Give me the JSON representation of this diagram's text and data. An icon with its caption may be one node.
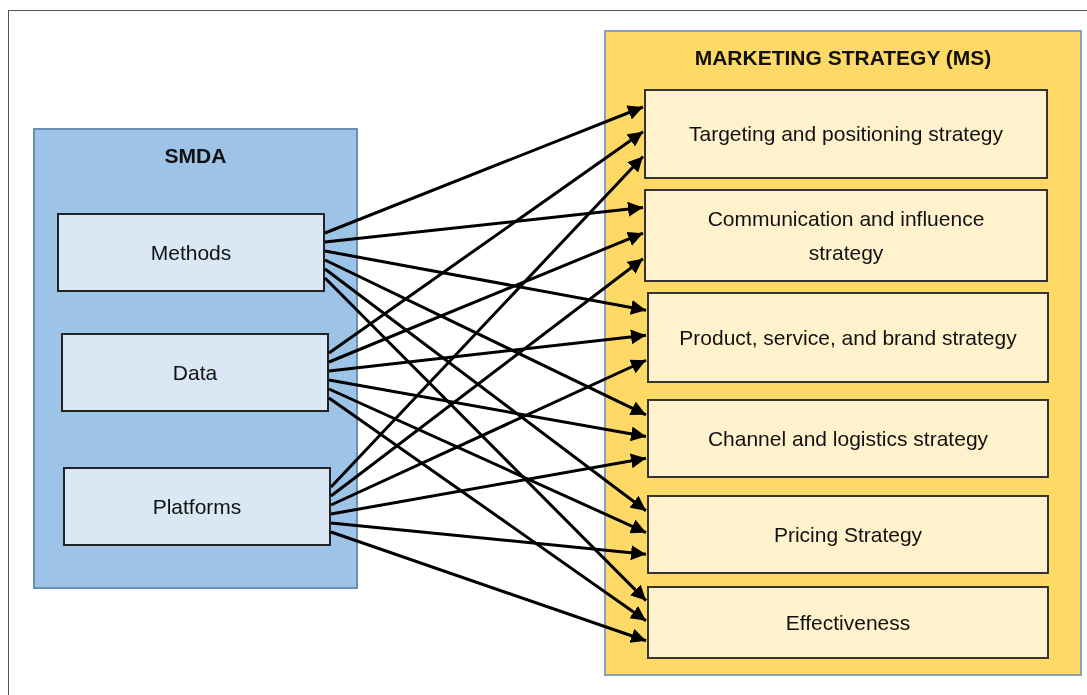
{
  "diagram": {
    "nodes": [
      {
        "text": [
          "SMDA"
        ]
      },
      {
        "text": [
          "Methods"
        ],
        "in": 0
      },
      {
        "text": [
          "Data"
        ],
        "in": 0
      },
      {
        "text": [
          "Platforms"
        ],
        "in": 0
      },
      {
        "text": [
          "MARKETING STRATEGY (MS)"
        ]
      },
      {
        "text": [
          "Targeting and positioning strategy"
        ],
        "in": 4
      },
      {
        "text": [
          "Communication and influence strategy"
        ],
        "in": 4
      },
      {
        "text": [
          "Product, service, and brand strategy"
        ],
        "in": 4
      },
      {
        "text": [
          "Channel and logistics strategy"
        ],
        "in": 4
      },
      {
        "text": [
          "Pricing Strategy"
        ],
        "in": 4
      },
      {
        "text": [
          "Effectiveness"
        ],
        "in": 4
      }
    ],
    "edges": [
      {
        "from": 1,
        "to": 5,
        "arrow": "to"
      },
      {
        "from": 1,
        "to": 6,
        "arrow": "to"
      },
      {
        "from": 1,
        "to": 7,
        "arrow": "to"
      },
      {
        "from": 1,
        "to": 8,
        "arrow": "to"
      },
      {
        "from": 1,
        "to": 9,
        "arrow": "to"
      },
      {
        "from": 1,
        "to": 10,
        "arrow": "to"
      },
      {
        "from": 2,
        "to": 5,
        "arrow": "to"
      },
      {
        "from": 2,
        "to": 6,
        "arrow": "to"
      },
      {
        "from": 2,
        "to": 7,
        "arrow": "to"
      },
      {
        "from": 2,
        "to": 8,
        "arrow": "to"
      },
      {
        "from": 2,
        "to": 9,
        "arrow": "to"
      },
      {
        "from": 2,
        "to": 10,
        "arrow": "to"
      },
      {
        "from": 3,
        "to": 5,
        "arrow": "to"
      },
      {
        "from": 3,
        "to": 6,
        "arrow": "to"
      },
      {
        "from": 3,
        "to": 7,
        "arrow": "to"
      },
      {
        "from": 3,
        "to": 8,
        "arrow": "to"
      },
      {
        "from": 3,
        "to": 9,
        "arrow": "to"
      },
      {
        "from": 3,
        "to": 10,
        "arrow": "to"
      }
    ]
  }
}
